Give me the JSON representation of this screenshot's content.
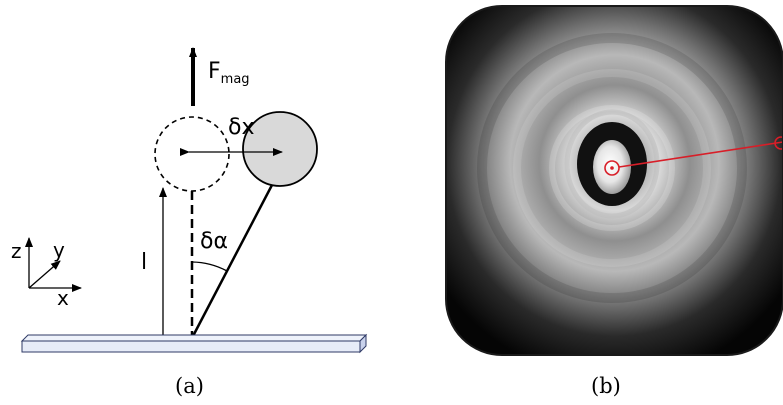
{
  "panel_a": {
    "force_label": "F",
    "force_subscript": "mag",
    "displacement_label": "δx",
    "length_label": "l",
    "angle_label": "δα",
    "axis_z": "z",
    "axis_y": "y",
    "axis_x": "x",
    "caption": "(a)"
  },
  "panel_b": {
    "caption": "(b)",
    "tracking_color": "#d81e28"
  },
  "colors": {
    "bead_fill": "#d9d9d9",
    "surface_fill": "#e7ecf8",
    "surface_stroke": "#2f3a66"
  }
}
